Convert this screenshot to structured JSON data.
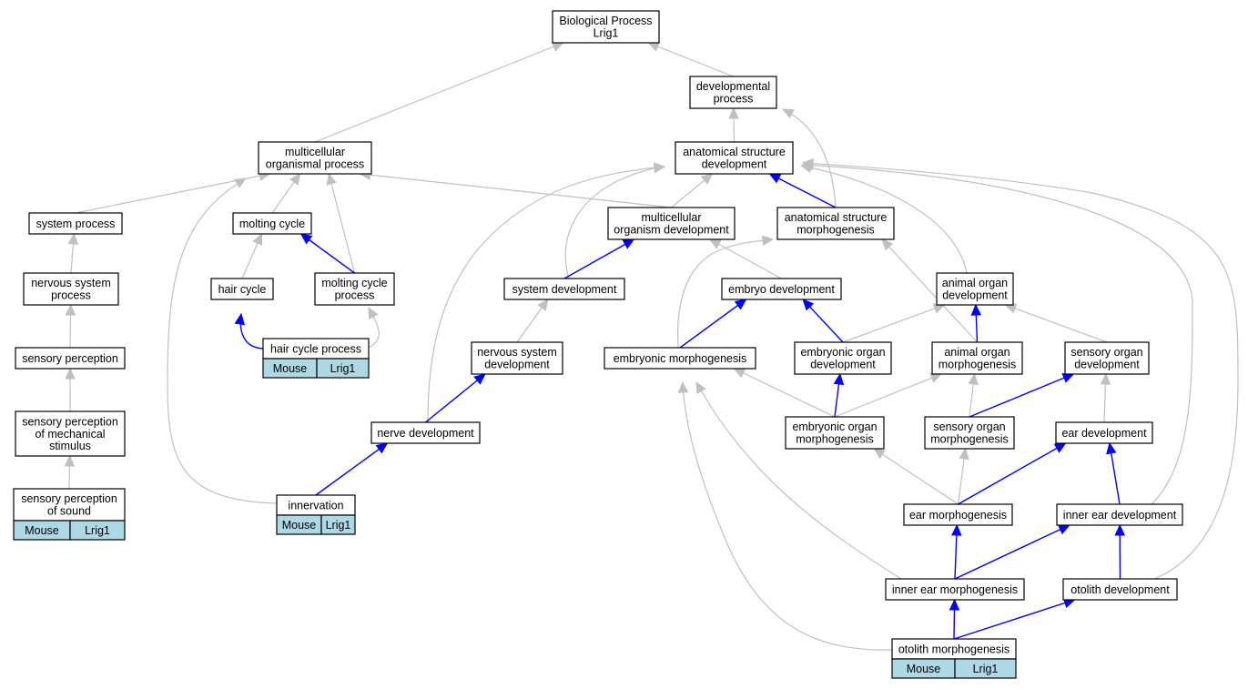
{
  "colors": {
    "direct_edge": "#0000ff",
    "inferred_edge": "#c0c0c0",
    "annotation_fill": "#add8e6"
  },
  "nodes": {
    "bp": {
      "lines": [
        "Biological Process",
        "Lrig1"
      ]
    },
    "dev": {
      "lines": [
        "developmental",
        "process"
      ]
    },
    "mop": {
      "lines": [
        "multicellular",
        "organismal process"
      ]
    },
    "asd": {
      "lines": [
        "anatomical structure",
        "development"
      ]
    },
    "sysproc": {
      "lines": [
        "system process"
      ]
    },
    "molt": {
      "lines": [
        "molting cycle"
      ]
    },
    "mod": {
      "lines": [
        "multicellular",
        "organism development"
      ]
    },
    "asm": {
      "lines": [
        "anatomical structure",
        "morphogenesis"
      ]
    },
    "nsp": {
      "lines": [
        "nervous system",
        "process"
      ]
    },
    "hair": {
      "lines": [
        "hair cycle"
      ]
    },
    "mcp": {
      "lines": [
        "molting cycle",
        "process"
      ]
    },
    "sysdev": {
      "lines": [
        "system development"
      ]
    },
    "embdev": {
      "lines": [
        "embryo development"
      ]
    },
    "aod": {
      "lines": [
        "animal organ",
        "development"
      ]
    },
    "hcp": {
      "lines": [
        "hair cycle process"
      ],
      "annotation": [
        "Mouse",
        "Lrig1"
      ]
    },
    "sp": {
      "lines": [
        "sensory perception"
      ]
    },
    "nsd": {
      "lines": [
        "nervous system",
        "development"
      ]
    },
    "embm": {
      "lines": [
        "embryonic morphogenesis"
      ]
    },
    "eod": {
      "lines": [
        "embryonic organ",
        "development"
      ]
    },
    "aom": {
      "lines": [
        "animal organ",
        "morphogenesis"
      ]
    },
    "sod": {
      "lines": [
        "sensory organ",
        "development"
      ]
    },
    "spm": {
      "lines": [
        "sensory perception",
        "of mechanical",
        "stimulus"
      ]
    },
    "nerve": {
      "lines": [
        "nerve development"
      ]
    },
    "eom": {
      "lines": [
        "embryonic organ",
        "morphogenesis"
      ]
    },
    "som": {
      "lines": [
        "sensory organ",
        "morphogenesis"
      ]
    },
    "eard": {
      "lines": [
        "ear development"
      ]
    },
    "sps": {
      "lines": [
        "sensory perception",
        "of sound"
      ],
      "annotation": [
        "Mouse",
        "Lrig1"
      ]
    },
    "innerv": {
      "lines": [
        "innervation"
      ],
      "annotation": [
        "Mouse",
        "Lrig1"
      ]
    },
    "earm": {
      "lines": [
        "ear morphogenesis"
      ]
    },
    "ied": {
      "lines": [
        "inner ear development"
      ]
    },
    "iem": {
      "lines": [
        "inner ear morphogenesis"
      ]
    },
    "otod": {
      "lines": [
        "otolith development"
      ]
    },
    "otom": {
      "lines": [
        "otolith morphogenesis"
      ],
      "annotation": [
        "Mouse",
        "Lrig1"
      ]
    }
  },
  "edges": [
    {
      "from": "dev",
      "to": "bp",
      "type": "gray"
    },
    {
      "from": "mop",
      "to": "bp",
      "type": "gray"
    },
    {
      "from": "asd",
      "to": "dev",
      "type": "gray"
    },
    {
      "from": "asm",
      "to": "dev",
      "type": "gray"
    },
    {
      "from": "sysproc",
      "to": "mop",
      "type": "gray"
    },
    {
      "from": "molt",
      "to": "mop",
      "type": "gray"
    },
    {
      "from": "mcp",
      "to": "mop",
      "type": "gray"
    },
    {
      "from": "mod",
      "to": "mop",
      "type": "gray"
    },
    {
      "from": "innerv",
      "to": "mop",
      "type": "gray"
    },
    {
      "from": "mod",
      "to": "asd",
      "type": "gray"
    },
    {
      "from": "asm",
      "to": "asd",
      "type": "blue"
    },
    {
      "from": "sysdev",
      "to": "asd",
      "type": "gray"
    },
    {
      "from": "nerve",
      "to": "asd",
      "type": "gray"
    },
    {
      "from": "aod",
      "to": "asd",
      "type": "gray"
    },
    {
      "from": "ied",
      "to": "asd",
      "type": "gray"
    },
    {
      "from": "otod",
      "to": "asd",
      "type": "gray"
    },
    {
      "from": "nsp",
      "to": "sysproc",
      "type": "gray"
    },
    {
      "from": "hair",
      "to": "molt",
      "type": "gray"
    },
    {
      "from": "mcp",
      "to": "molt",
      "type": "blue"
    },
    {
      "from": "sysdev",
      "to": "mod",
      "type": "blue"
    },
    {
      "from": "embdev",
      "to": "mod",
      "type": "gray"
    },
    {
      "from": "embm",
      "to": "asm",
      "type": "gray"
    },
    {
      "from": "aom",
      "to": "asm",
      "type": "gray"
    },
    {
      "from": "sp",
      "to": "nsp",
      "type": "gray"
    },
    {
      "from": "hcp",
      "to": "hair",
      "type": "blue"
    },
    {
      "from": "hcp",
      "to": "mcp",
      "type": "gray"
    },
    {
      "from": "nsd",
      "to": "sysdev",
      "type": "gray"
    },
    {
      "from": "embm",
      "to": "embdev",
      "type": "blue"
    },
    {
      "from": "eod",
      "to": "embdev",
      "type": "blue"
    },
    {
      "from": "eod",
      "to": "aod",
      "type": "gray"
    },
    {
      "from": "aom",
      "to": "aod",
      "type": "blue"
    },
    {
      "from": "sod",
      "to": "aod",
      "type": "gray"
    },
    {
      "from": "spm",
      "to": "sp",
      "type": "gray"
    },
    {
      "from": "nerve",
      "to": "nsd",
      "type": "blue"
    },
    {
      "from": "eom",
      "to": "embm",
      "type": "gray"
    },
    {
      "from": "iem",
      "to": "embm",
      "type": "gray"
    },
    {
      "from": "otom",
      "to": "embm",
      "type": "gray"
    },
    {
      "from": "eom",
      "to": "eod",
      "type": "blue"
    },
    {
      "from": "eom",
      "to": "aom",
      "type": "gray"
    },
    {
      "from": "som",
      "to": "aom",
      "type": "gray"
    },
    {
      "from": "som",
      "to": "sod",
      "type": "blue"
    },
    {
      "from": "eard",
      "to": "sod",
      "type": "gray"
    },
    {
      "from": "sps",
      "to": "spm",
      "type": "gray"
    },
    {
      "from": "innerv",
      "to": "nerve",
      "type": "blue"
    },
    {
      "from": "earm",
      "to": "eom",
      "type": "gray"
    },
    {
      "from": "earm",
      "to": "som",
      "type": "gray"
    },
    {
      "from": "earm",
      "to": "eard",
      "type": "blue"
    },
    {
      "from": "ied",
      "to": "eard",
      "type": "blue"
    },
    {
      "from": "iem",
      "to": "earm",
      "type": "blue"
    },
    {
      "from": "iem",
      "to": "ied",
      "type": "blue"
    },
    {
      "from": "otod",
      "to": "ied",
      "type": "blue"
    },
    {
      "from": "otom",
      "to": "iem",
      "type": "blue"
    },
    {
      "from": "otom",
      "to": "otod",
      "type": "blue"
    }
  ]
}
